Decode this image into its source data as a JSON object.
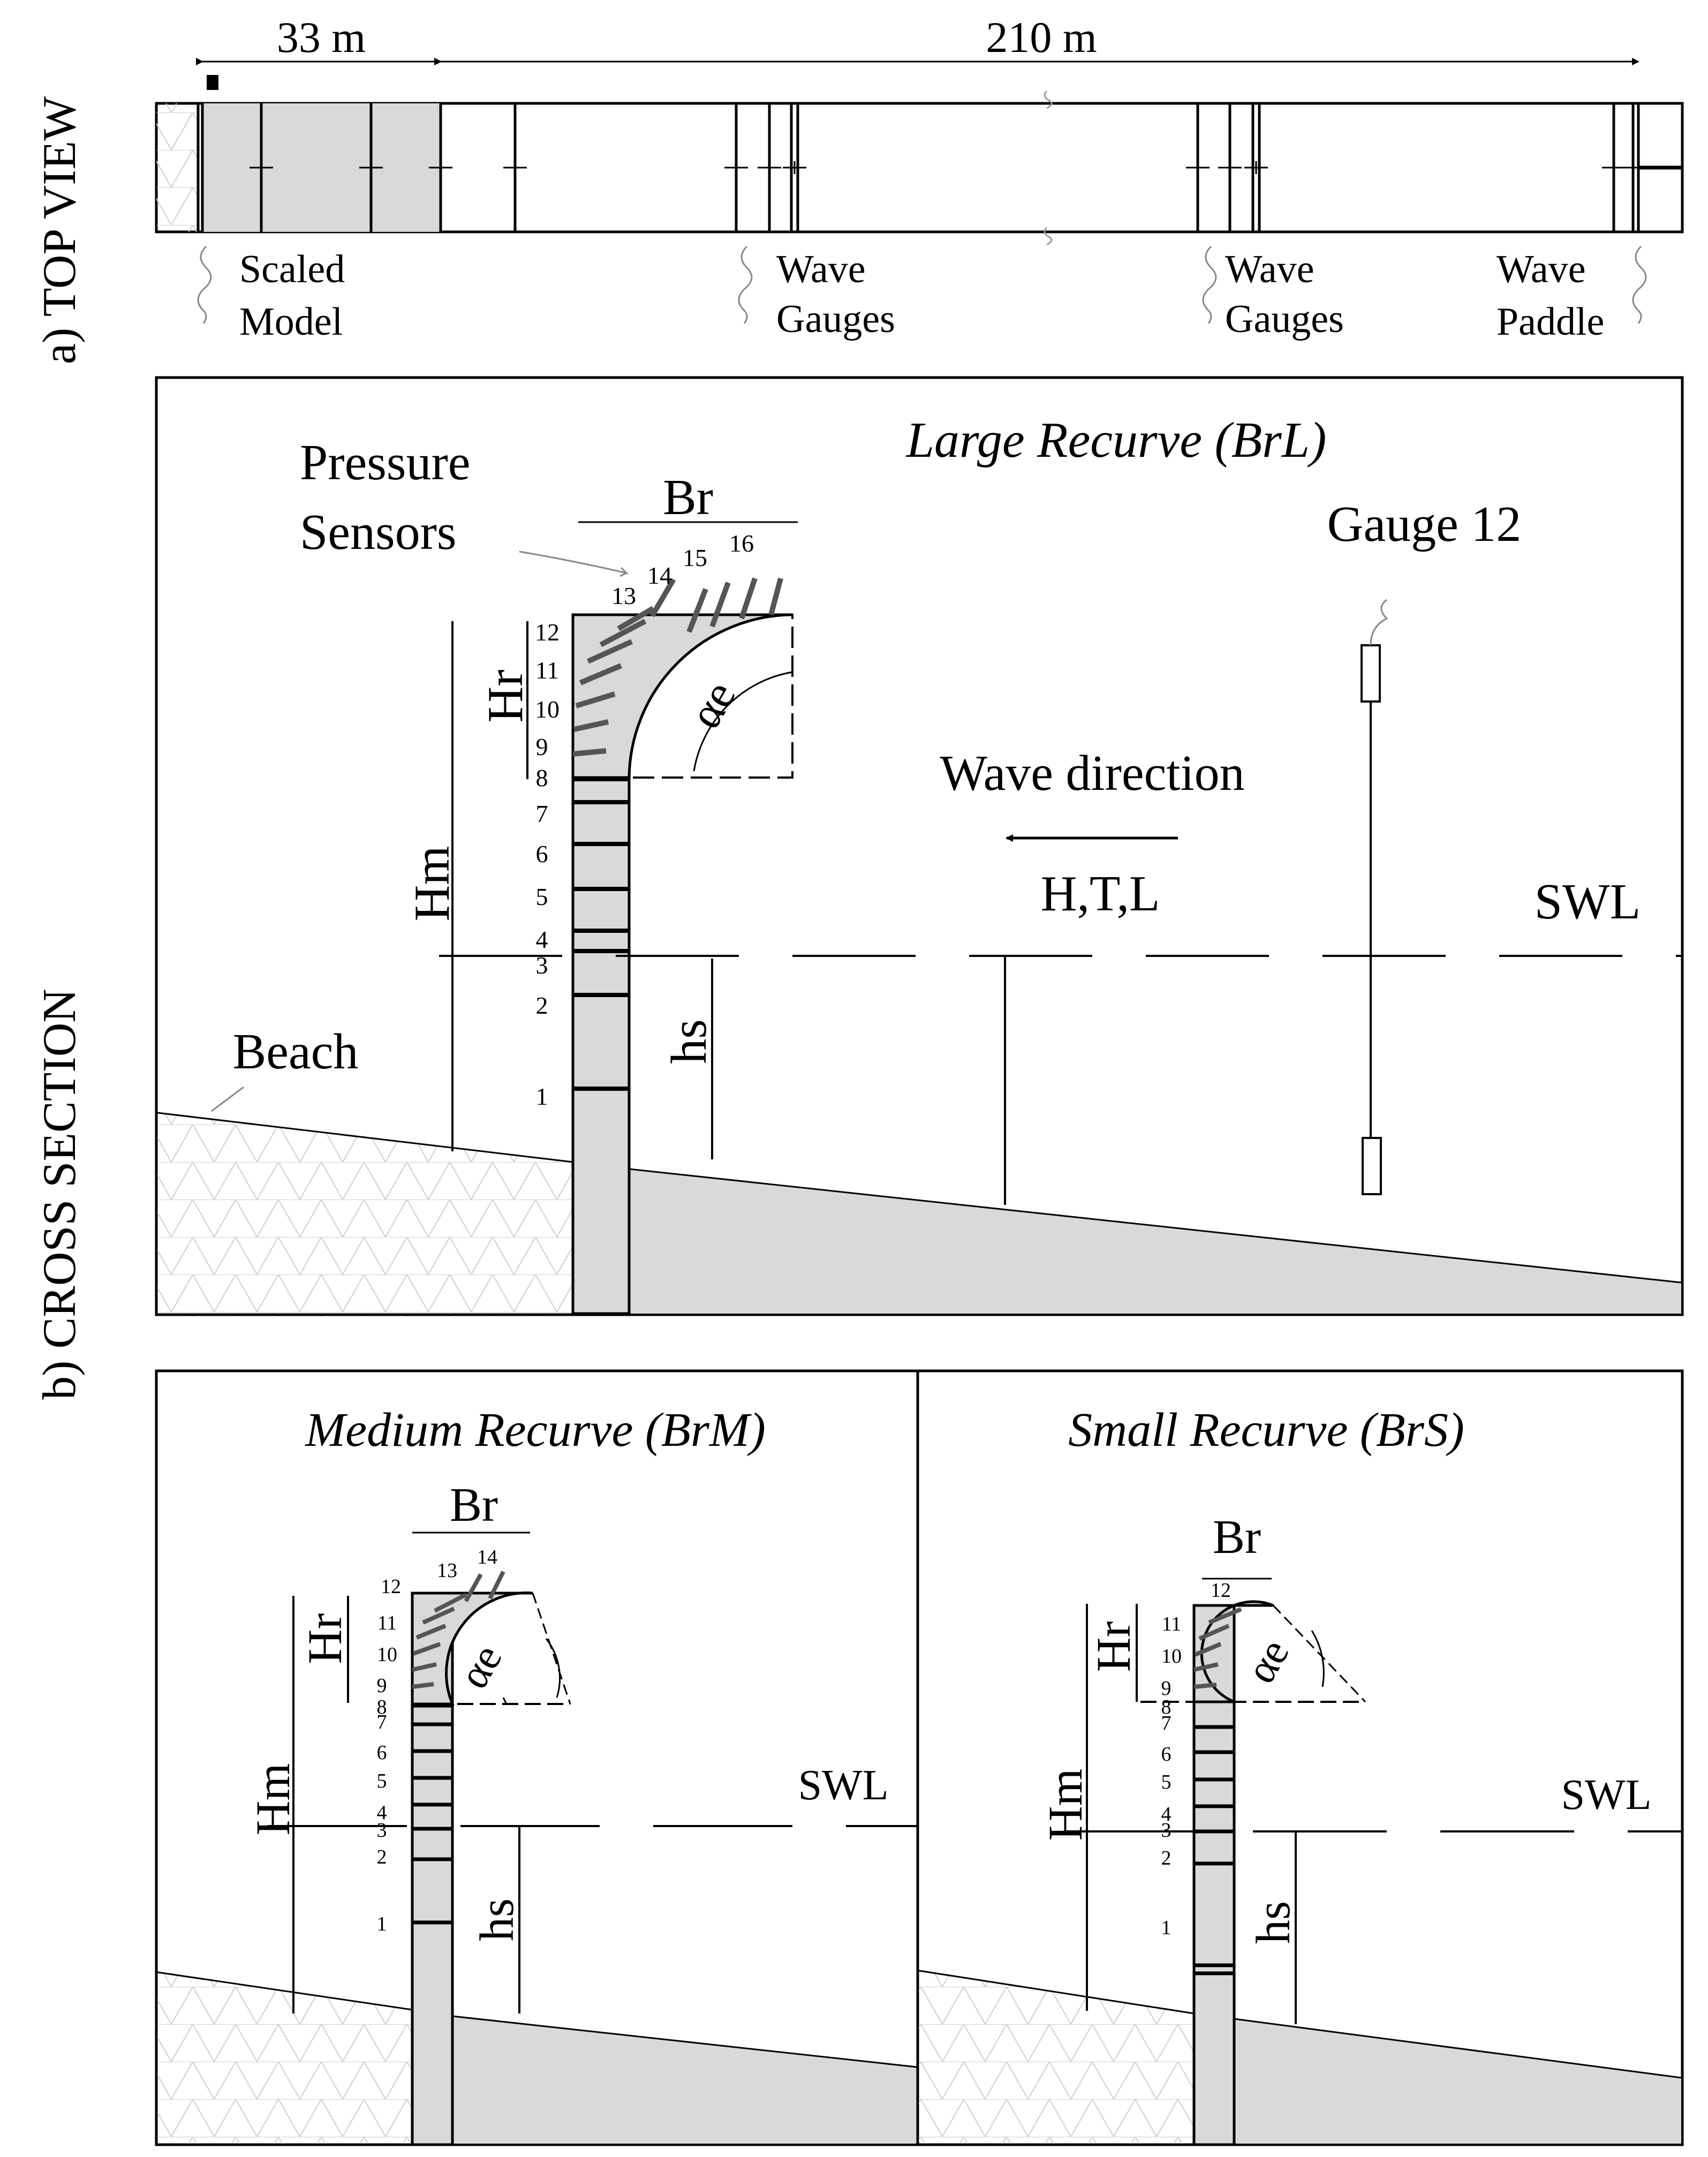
{
  "side_labels": {
    "top_view": "a) TOP VIEW",
    "cross_section": "b) CROSS SECTION"
  },
  "top_view": {
    "dim_model": "33 m",
    "dim_flume": "210 m",
    "label_model_1": "Scaled",
    "label_model_2": "Model",
    "label_gauges_a_1": "Wave",
    "label_gauges_a_2": "Gauges",
    "label_gauges_b_1": "Wave",
    "label_gauges_b_2": "Gauges",
    "label_paddle_1": "Wave",
    "label_paddle_2": "Paddle"
  },
  "large": {
    "title": "Large Recurve (BrL)",
    "pressure_1": "Pressure",
    "pressure_2": "Sensors",
    "br": "Br",
    "hr": "Hr",
    "hm": "Hm",
    "hs": "hs",
    "alpha": "αe",
    "gauge": "Gauge 12",
    "wave_direction": "Wave direction",
    "htl": "H,T,L",
    "swl": "SWL",
    "beach": "Beach",
    "sensors": [
      "1",
      "2",
      "3",
      "4",
      "5",
      "6",
      "7",
      "8",
      "9",
      "10",
      "11",
      "12",
      "13",
      "14",
      "15",
      "16"
    ]
  },
  "medium": {
    "title": "Medium Recurve (BrM)",
    "br": "Br",
    "hr": "Hr",
    "hm": "Hm",
    "hs": "hs",
    "alpha": "αe",
    "swl": "SWL",
    "sensors": [
      "1",
      "2",
      "3",
      "4",
      "5",
      "6",
      "7",
      "8",
      "9",
      "10",
      "11",
      "12",
      "13",
      "14"
    ]
  },
  "small": {
    "title": "Small Recurve (BrS)",
    "br": "Br",
    "hr": "Hr",
    "hm": "Hm",
    "hs": "hs",
    "alpha": "αe",
    "swl": "SWL",
    "sensors": [
      "1",
      "2",
      "3",
      "4",
      "5",
      "6",
      "7",
      "8",
      "9",
      "10",
      "11",
      "12"
    ]
  },
  "colors": {
    "fill": "#d9d9d9",
    "line": "#000000",
    "sensor": "#555555"
  }
}
